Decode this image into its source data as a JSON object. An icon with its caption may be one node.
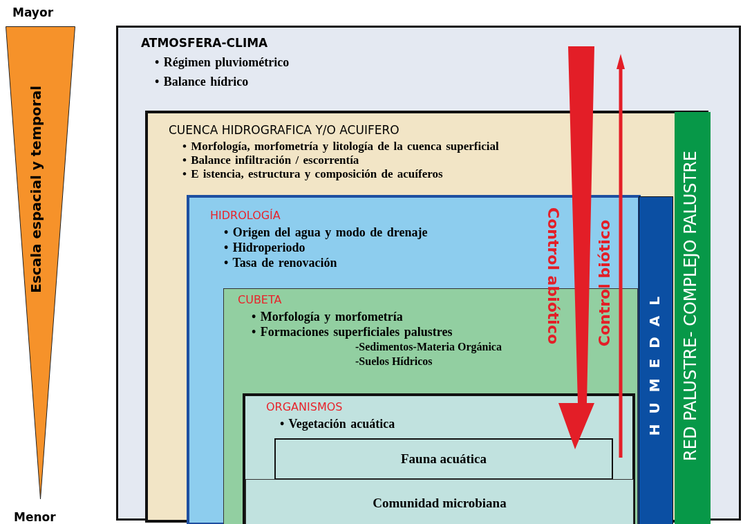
{
  "diagram": {
    "nodes": [
      {
        "text": [
          "ATMOSFERA-CLIMA",
          "• Régimen pluviométrico",
          "• Balance hídrico"
        ]
      },
      {
        "text": [
          "CUENCA HIDROGRAFICA Y/O ACUIFERO",
          "• Morfología, morfometría y litología de la cuenca superficial",
          "• Balance infiltración / escorrentía",
          "• E istencia, estructura y composición de acuíferos"
        ],
        "in": 0
      },
      {
        "text": [
          "HIDROLOGÍA",
          "• Origen del agua y modo de drenaje",
          "• Hidroperiodo",
          "• Tasa de renovación"
        ],
        "in": 1
      },
      {
        "text": [
          "CUBETA",
          "• Morfología y morfometría",
          "• Formaciones superficiales palustres",
          "-Sedimentos-Materia Orgánica",
          "-Suelos Hídricos"
        ],
        "in": 2
      },
      {
        "text": [
          "ORGANISMOS",
          "• Vegetación acuática"
        ],
        "in": 3
      },
      {
        "text": [
          "Fauna acuática"
        ],
        "in": 4
      },
      {
        "text": [
          "Comunidad microbiana"
        ],
        "in": 4
      },
      {
        "text": [
          "H U M E D A L"
        ],
        "in": 1
      },
      {
        "text": [
          "RED PALUSTRE- COMPLEJO PALUSTRE"
        ],
        "in": 1
      },
      {
        "text": [
          "Escala espacial y temporal"
        ]
      }
    ],
    "edges": [],
    "labels": [
      "Mayor",
      "Menor",
      "Control abiótico",
      "Control biótico"
    ]
  }
}
